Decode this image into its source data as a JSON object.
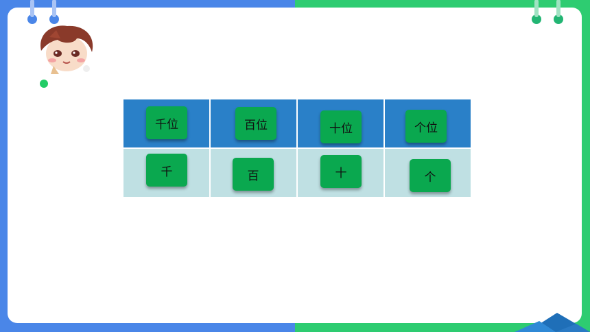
{
  "table": {
    "headers": [
      "千位",
      "百位",
      "十位",
      "个位"
    ],
    "units": [
      "千",
      "百",
      "十",
      "个"
    ]
  }
}
